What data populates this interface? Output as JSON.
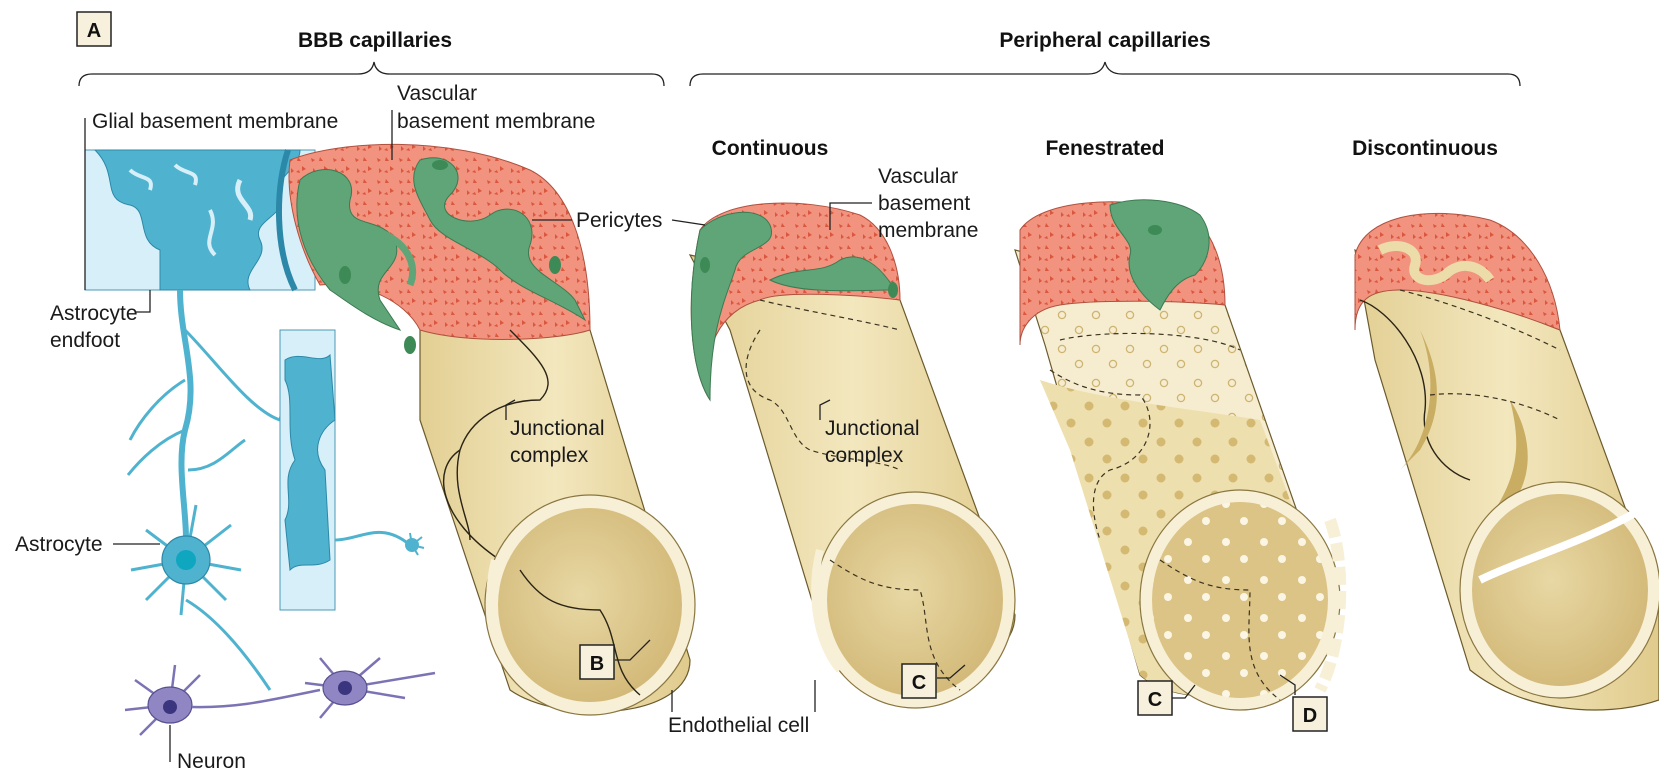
{
  "panel_letter": "A",
  "headers": {
    "bbb": "BBB capillaries",
    "peripheral": "Peripheral capillaries",
    "continuous": "Continuous",
    "fenestrated": "Fenestrated",
    "discontinuous": "Discontinuous"
  },
  "labels": {
    "glial_bm": "Glial basement membrane",
    "vascular_bm_1a": "Vascular",
    "vascular_bm_1b": "basement membrane",
    "pericytes": "Pericytes",
    "vascular_bm_2a": "Vascular",
    "vascular_bm_2b": "basement",
    "vascular_bm_2c": "membrane",
    "astro_endfoot_a": "Astrocyte",
    "astro_endfoot_b": "endfoot",
    "junctional_1a": "Junctional",
    "junctional_1b": "complex",
    "junctional_2a": "Junctional",
    "junctional_2b": "complex",
    "astrocyte": "Astrocyte",
    "neuron": "Neuron",
    "endothelial": "Endothelial cell"
  },
  "callouts": {
    "b": "B",
    "c1": "C",
    "c2": "C",
    "d": "D"
  },
  "colors": {
    "astrocyte_blue": "#4fb3cf",
    "glia_light": "#d7eff8",
    "basement_red": "#f08a78",
    "pericyte_green": "#5fa577",
    "endothelium": "#ecdcaa",
    "endothelium_dark": "#d8bf7c",
    "neuron_purple": "#7c73b5"
  }
}
